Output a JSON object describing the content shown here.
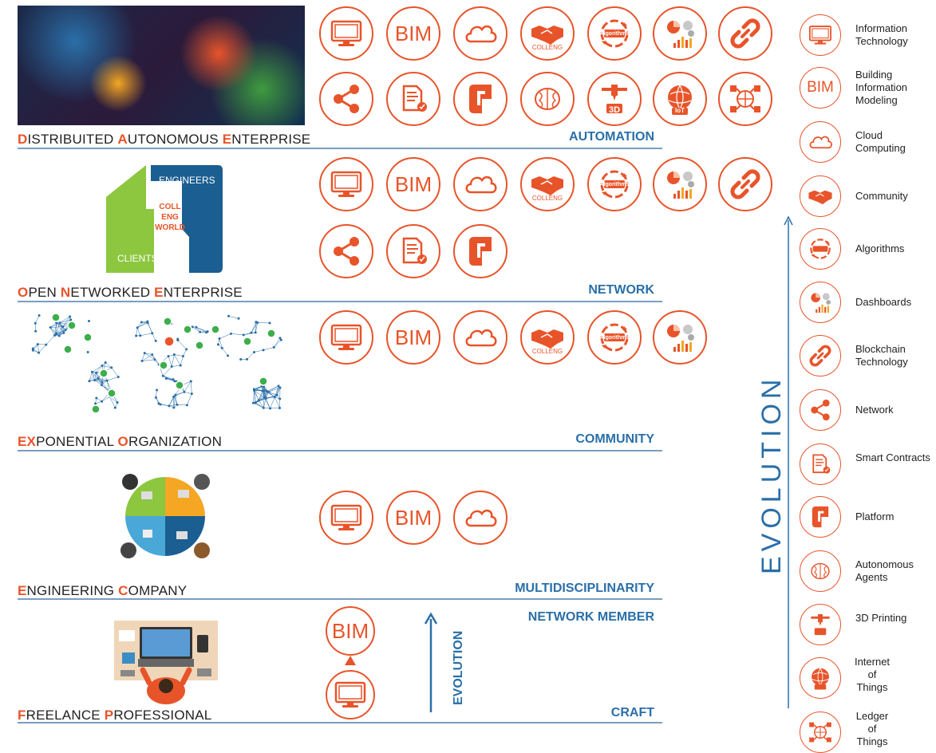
{
  "tiers": [
    {
      "title_parts": [
        [
          "D",
          "hl"
        ],
        [
          "ISTRIBUITED ",
          ""
        ],
        [
          "A",
          "hl"
        ],
        [
          "UTONOMOUS ",
          ""
        ],
        [
          "E",
          "hl"
        ],
        [
          "NTERPRISE",
          ""
        ]
      ],
      "tag": "AUTOMATION"
    },
    {
      "title_parts": [
        [
          "O",
          "hl"
        ],
        [
          "PEN ",
          ""
        ],
        [
          "N",
          "hl"
        ],
        [
          "ETWORKED ",
          ""
        ],
        [
          "E",
          "hl"
        ],
        [
          "NTERPRISE",
          ""
        ]
      ],
      "tag": "NETWORK"
    },
    {
      "title_parts": [
        [
          "EX",
          "hl"
        ],
        [
          "PONENTIAL ",
          ""
        ],
        [
          "O",
          "hl"
        ],
        [
          "RGANIZATION",
          ""
        ]
      ],
      "tag": "COMMUNITY"
    },
    {
      "title_parts": [
        [
          "E",
          "hl"
        ],
        [
          "NGINEERING ",
          ""
        ],
        [
          "C",
          "hl"
        ],
        [
          "OMPANY",
          ""
        ]
      ],
      "tag": "MULTIDISCIPLINARITY"
    },
    {
      "title_parts": [
        [
          "F",
          "hl"
        ],
        [
          "REELANCE ",
          ""
        ],
        [
          "P",
          "hl"
        ],
        [
          "ROFESSIONAL",
          ""
        ]
      ],
      "tag": "CRAFT"
    }
  ],
  "freelance_top_tag": "NETWORK MEMBER",
  "bim_text": "BIM",
  "colleng_text": "COLLENG",
  "algorithms_text": "Algorithms",
  "iot_text": "IoT",
  "print3d_text": "3D",
  "small_evolution": "EVOLUTION",
  "big_evolution": "EVOLUTION",
  "colleng_logo": {
    "engineers": "ENGINEERS",
    "clients": "CLIENTS",
    "center": [
      "COLL",
      "ENG",
      "WORLD"
    ]
  },
  "legend": [
    {
      "icon": "monitor-icon",
      "label": "Information Technology"
    },
    {
      "icon": "bim-icon",
      "label": "Building Information Modeling"
    },
    {
      "icon": "cloud-icon",
      "label": "Cloud Computing"
    },
    {
      "icon": "handshake-icon",
      "label": "Community"
    },
    {
      "icon": "algorithms-icon",
      "label": "Algorithms"
    },
    {
      "icon": "dashboard-icon",
      "label": "Dashboards"
    },
    {
      "icon": "chain-link-icon",
      "label": "Blockchain Technology"
    },
    {
      "icon": "share-network-icon",
      "label": "Network"
    },
    {
      "icon": "smart-contract-icon",
      "label": "Smart Contracts"
    },
    {
      "icon": "platform-icon",
      "label": "Platform"
    },
    {
      "icon": "brain-icon",
      "label": "Autonomous Agents"
    },
    {
      "icon": "printer-3d-icon",
      "label": "3D Printing"
    },
    {
      "icon": "iot-globe-icon",
      "label": "Internet of Things"
    },
    {
      "icon": "ledger-icon",
      "label": "Ledger of Things"
    }
  ],
  "colors": {
    "accent": "#e8542a",
    "blue": "#2a6fa8",
    "divider": "#7a9ec0"
  }
}
